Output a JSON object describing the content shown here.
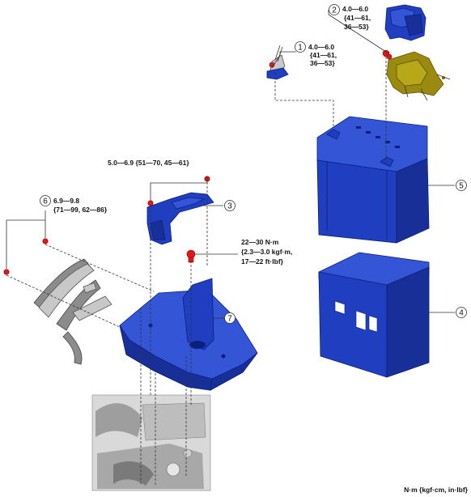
{
  "callouts": [
    {
      "num": "1",
      "torque": [
        "4.0—6.0",
        "{41—61,",
        "36—53}"
      ]
    },
    {
      "num": "2",
      "torque": [
        "4.0—6.0",
        "{41—61,",
        "36—53}"
      ]
    },
    {
      "num": "3",
      "torque": [
        "5.0—6.9 {51—70, 45—61}"
      ]
    },
    {
      "num": "4",
      "torque": []
    },
    {
      "num": "5",
      "torque": []
    },
    {
      "num": "6",
      "torque": [
        "6.9—9.8",
        "{71—99, 62—86}"
      ]
    },
    {
      "num": "7",
      "torque": [
        "22—30 N·m",
        "{2.3—3.0 kgf·m,",
        "17—22 ft·lbf}"
      ]
    }
  ],
  "units_note": "N·m {kgf·cm, in·lbf}"
}
